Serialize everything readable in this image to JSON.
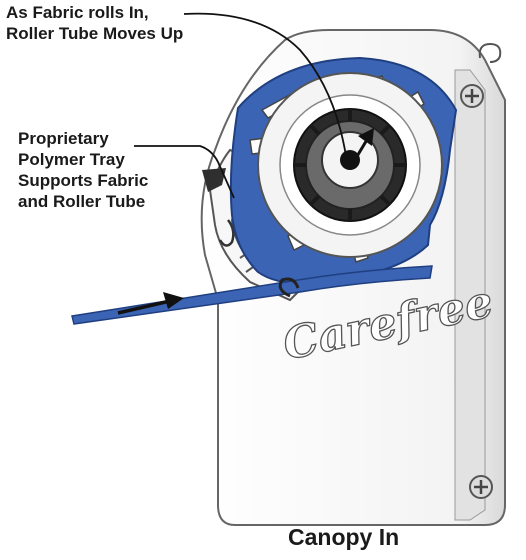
{
  "callouts": {
    "top": {
      "line1": "As Fabric rolls In,",
      "line2": "Roller Tube Moves Up"
    },
    "tray": {
      "line1": "Proprietary",
      "line2": "Polymer Tray",
      "line3": "Supports Fabric",
      "line4": "and Roller Tube"
    }
  },
  "brand": {
    "logo_text": "Carefree"
  },
  "caption": "Canopy In",
  "colors": {
    "fabric_blue": "#3b64b4",
    "housing": "#f2f2f2",
    "roller_dark": "#2a2a2a",
    "outline": "#555555"
  }
}
